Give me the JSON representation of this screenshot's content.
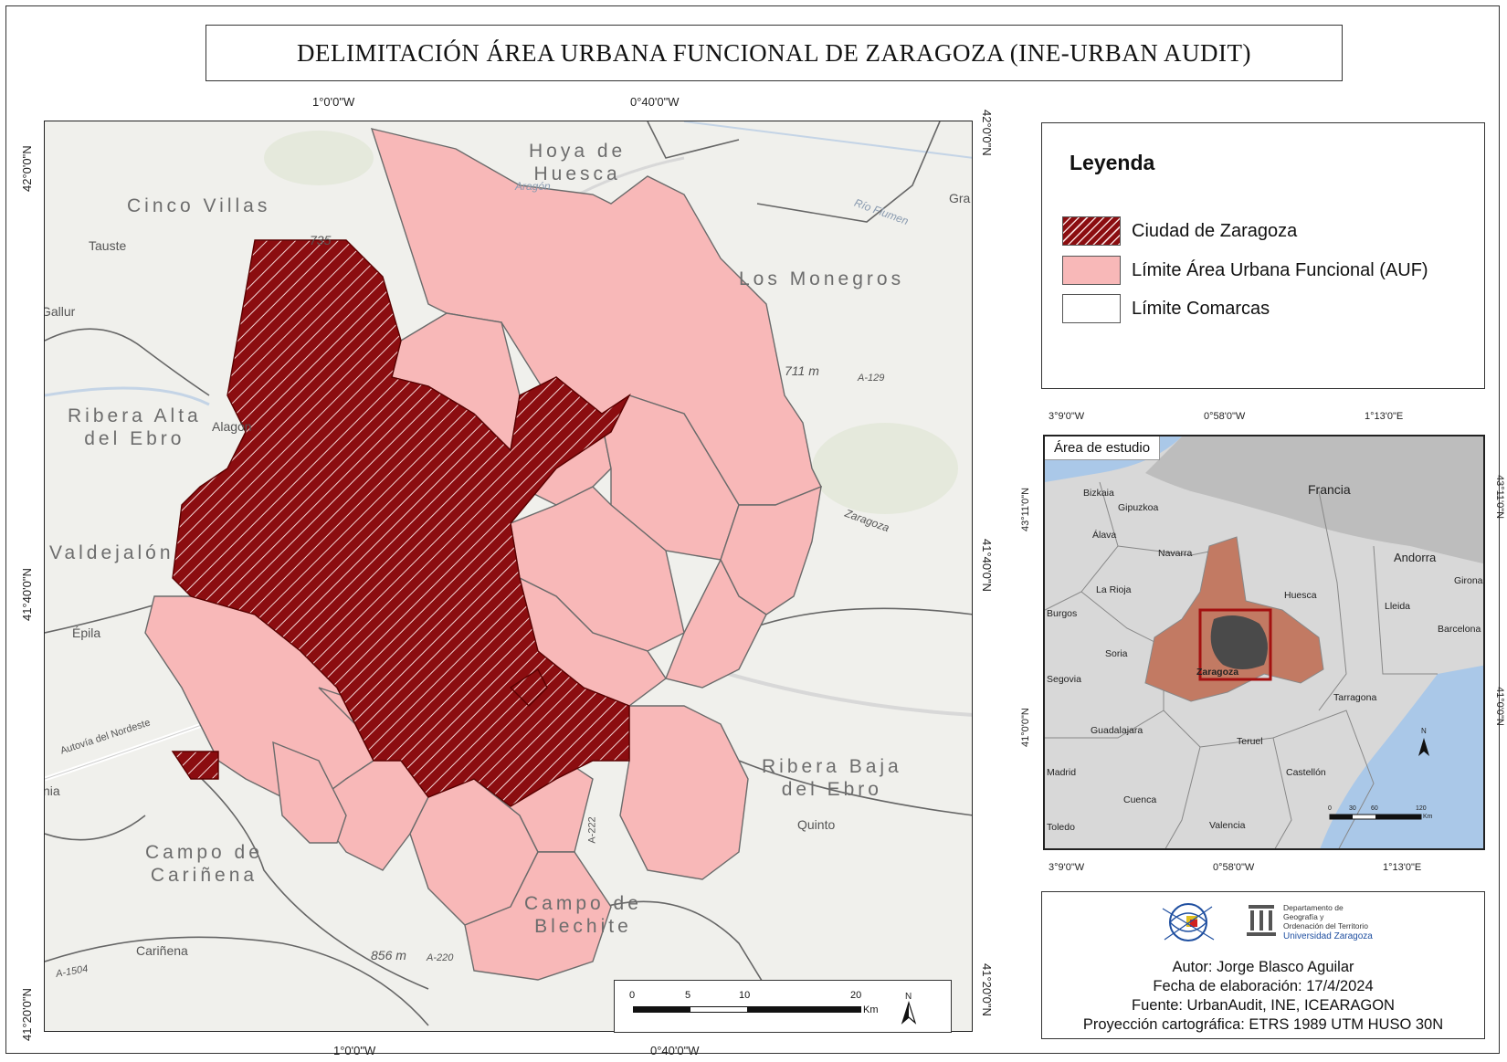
{
  "title": "DELIMITACIÓN ÁREA URBANA FUNCIONAL DE ZARAGOZA (INE-URBAN AUDIT)",
  "colors": {
    "ciudad": "#8b0d10",
    "auf": "#f8b8b8",
    "comarca_border": "#555555",
    "inset_auf": "#c27a63",
    "inset_city": "#4a4a4a",
    "inset_frame": "#a31010",
    "sea": "#aac8e8"
  },
  "main_map": {
    "top_coords": [
      "1°0'0\"W",
      "0°40'0\"W"
    ],
    "bottom_coords": [
      "1°0'0\"W",
      "0°40'0\"W"
    ],
    "left_coords": [
      "42°0'0\"N",
      "41°40'0\"N",
      "41°20'0\"N"
    ],
    "right_coords": [
      "42°0'0\"N",
      "41°40'0\"N",
      "41°20'0\"N"
    ],
    "regions": {
      "hoya": "Hoya de\nHuesca",
      "cinco_villas": "Cinco Villas",
      "monegros": "Los Monegros",
      "ribera_alta": "Ribera Alta\ndel Ebro",
      "valdejalon": "Valdejalón",
      "ribera_baja": "Ribera Baja\ndel Ebro",
      "carinena": "Campo de\nCariñena",
      "belchite": "Campo de\nBlechite"
    },
    "places": {
      "tauste": "Tauste",
      "alagon": "Alagón",
      "epila": "Épila",
      "quinto": "Quinto",
      "carinena_town": "Cariñena",
      "gallur": "Gallur",
      "aragon_river": "Aragón",
      "flumen": "Río Flumen",
      "zaragoza_road": "Zaragoza",
      "autovia": "Autovía del Nordeste",
      "elev_711": "711 m",
      "elev_856": "856 m",
      "elev_735": "735",
      "a129": "A-129",
      "a222": "A-222",
      "a220": "A-220",
      "a1504": "A-1504",
      "gra": "Gra",
      "ebro": "del Ebro",
      "nia": "nia"
    },
    "scale": {
      "ticks": [
        "0",
        "5",
        "10",
        "20"
      ],
      "unit": "Km",
      "north": "N"
    }
  },
  "legend": {
    "title": "Leyenda",
    "items": [
      {
        "label": "Ciudad de Zaragoza"
      },
      {
        "label": "Límite Área Urbana Funcional (AUF)"
      },
      {
        "label": "Límite Comarcas"
      }
    ]
  },
  "inset": {
    "label": "Área de estudio",
    "top_coords": [
      "3°9'0\"W",
      "0°58'0\"W",
      "1°13'0\"E"
    ],
    "bottom_coords": [
      "3°9'0\"W",
      "0°58'0\"W",
      "1°13'0\"E"
    ],
    "left_coords": [
      "43°11'0\"N",
      "41°0'0\"N"
    ],
    "right_coords": [
      "43°11'0\"N",
      "41°0'0\"N"
    ],
    "places": {
      "francia": "Francia",
      "andorra": "Andorra",
      "bizkaia": "Bizkaia",
      "gipuzkoa": "Gipuzkoa",
      "alava": "Álava",
      "navarra": "Navarra",
      "larioja": "La Rioja",
      "burgos": "Burgos",
      "soria": "Soria",
      "segovia": "Segovia",
      "guadalajara": "Guadalajara",
      "madrid": "Madrid",
      "cuenca": "Cuenca",
      "toledo": "Toledo",
      "huesca": "Huesca",
      "lleida": "Lleida",
      "girona": "Girona",
      "barcelona": "Barcelona",
      "tarragona": "Tarragona",
      "zaragoza": "Zaragoza",
      "teruel": "Teruel",
      "castellon": "Castellón",
      "valencia": "Valencia",
      "north": "N"
    },
    "scale_ticks": [
      "0",
      "30",
      "60",
      "120"
    ],
    "scale_unit": "Km"
  },
  "credits": {
    "dept_line1": "Departamento de",
    "dept_line2": "Geografía y",
    "dept_line3": "Ordenación del Territorio",
    "university": "Universidad Zaragoza",
    "author": "Autor: Jorge Blasco Aguilar",
    "date": "Fecha de elaboración: 17/4/2024",
    "source": "Fuente: UrbanAudit, INE, ICEARAGON",
    "projection": "Proyección cartográfica: ETRS 1989 UTM HUSO 30N"
  }
}
